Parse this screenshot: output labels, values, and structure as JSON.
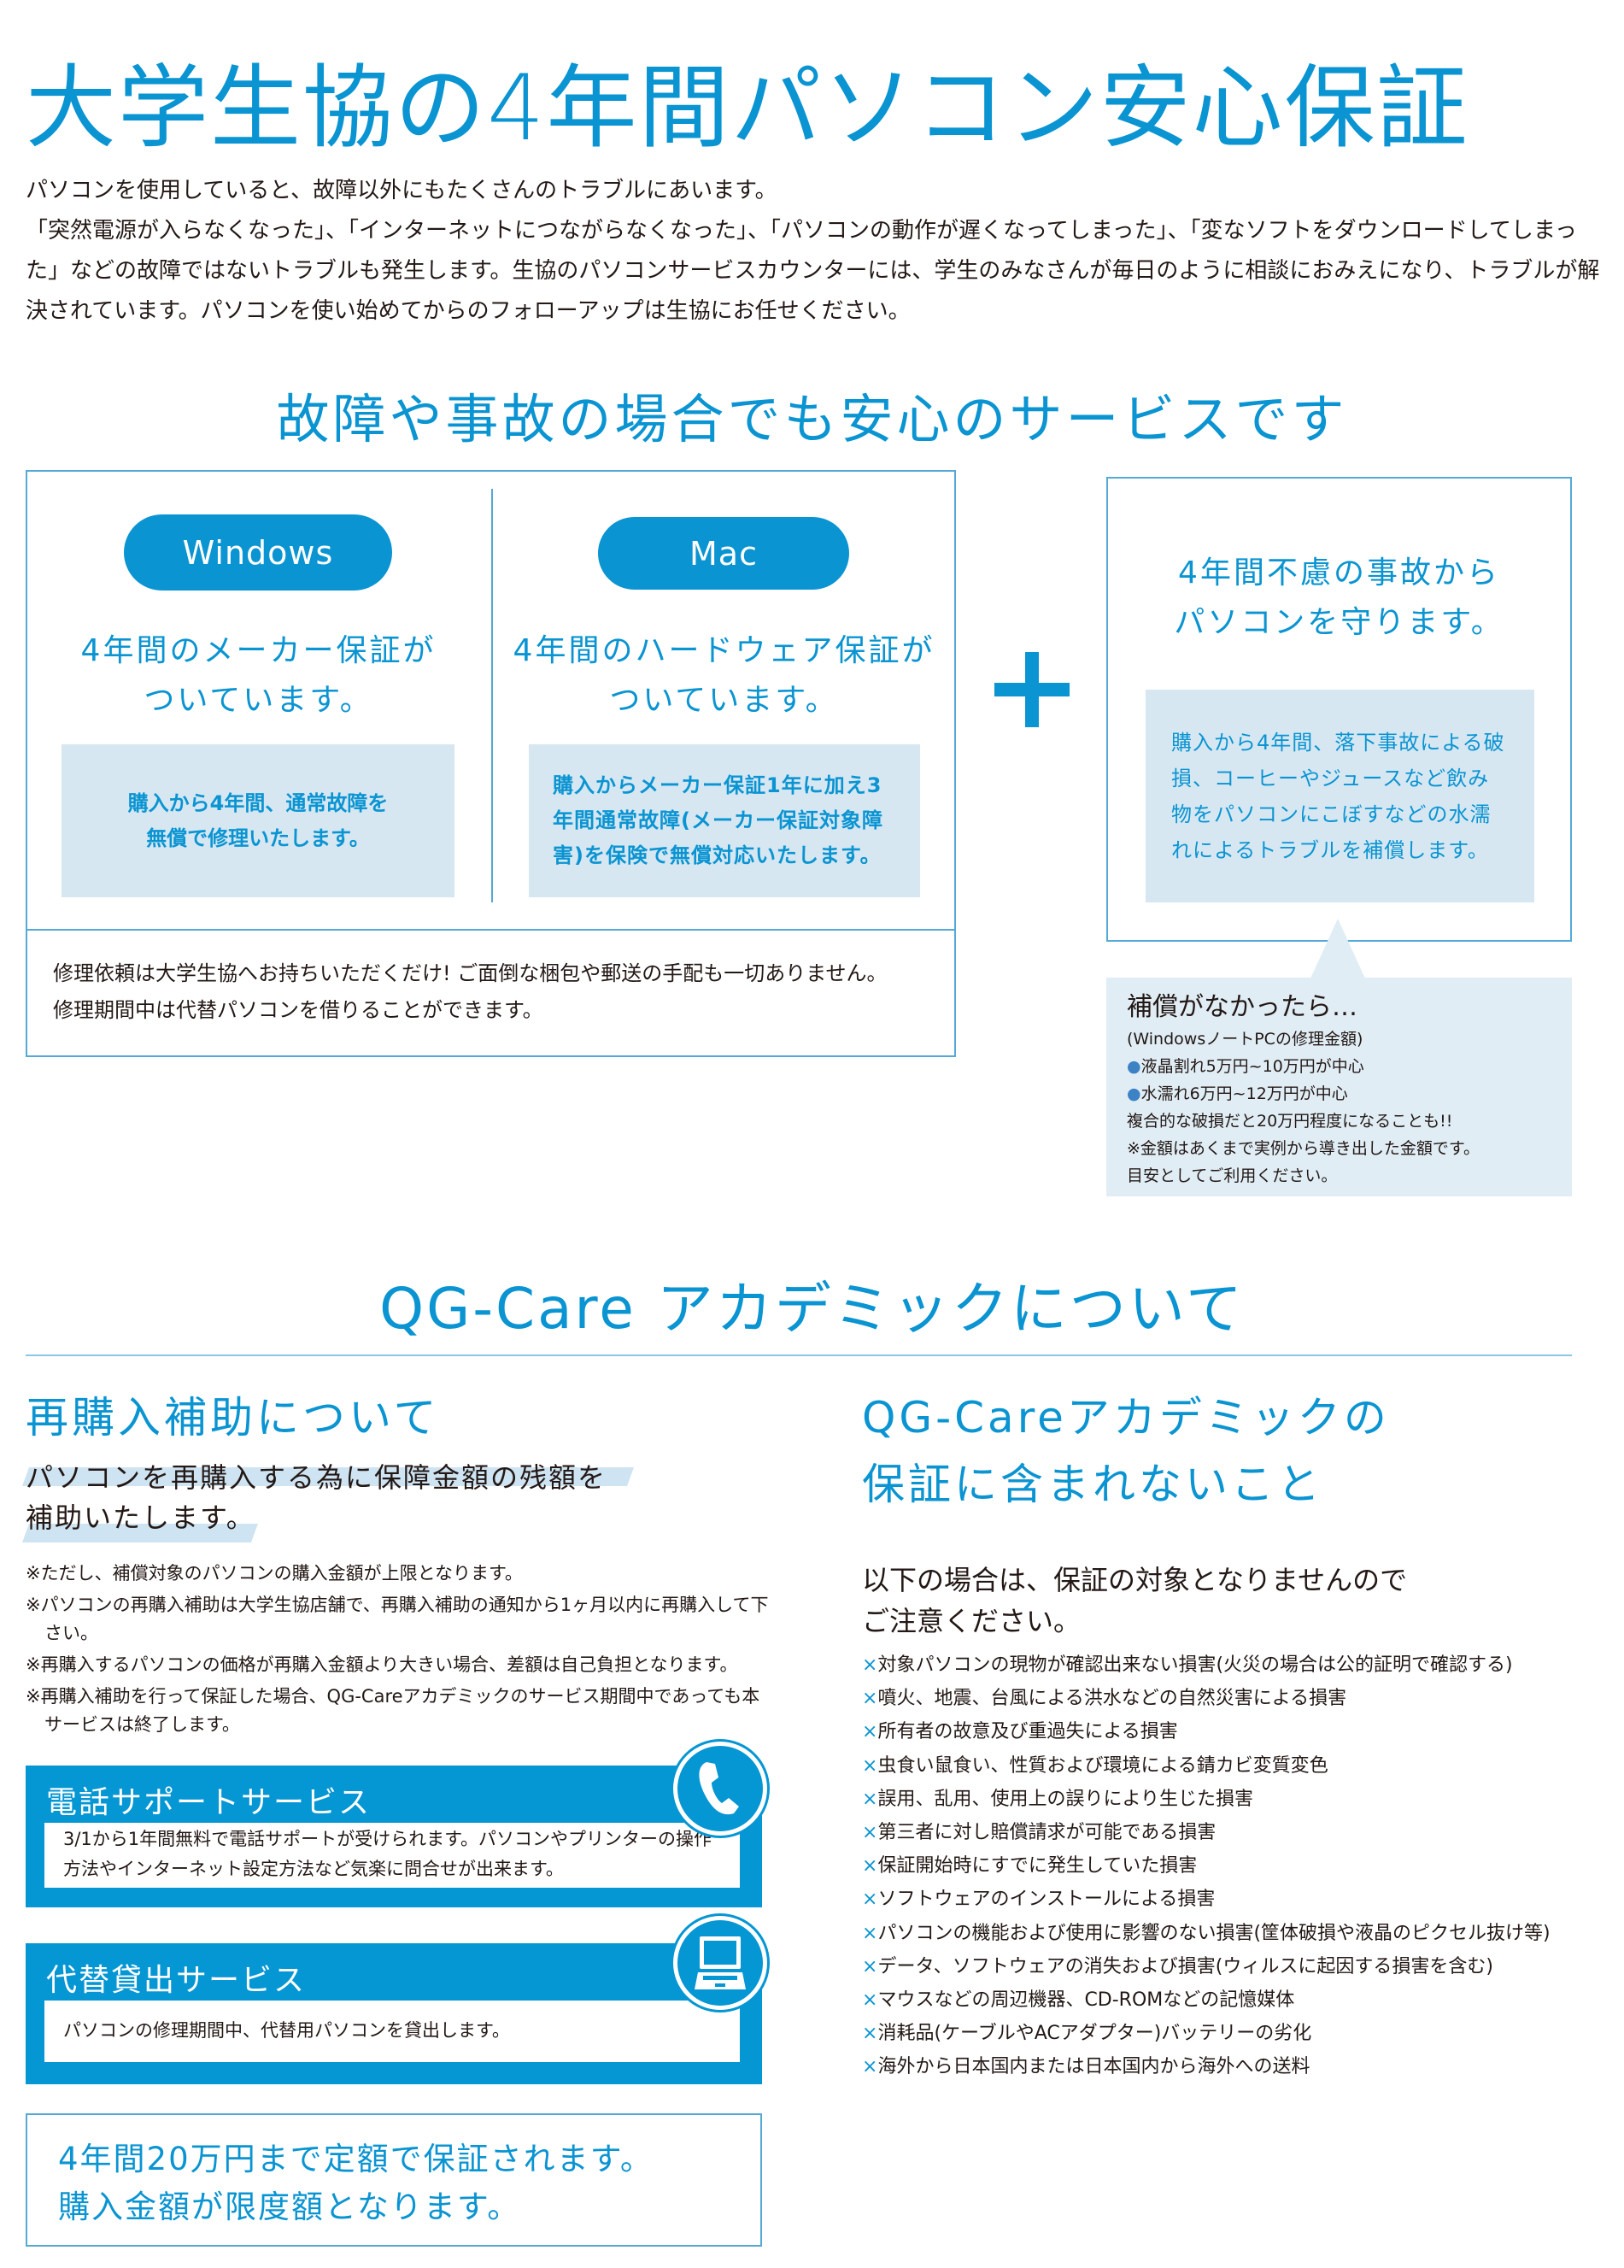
{
  "title": "大学生協の4年間パソコン安心保証",
  "intro": [
    "パソコンを使用していると、故障以外にもたくさんのトラブルにあいます。",
    "「突然電源が入らなくなった」、「インターネットにつながらなくなった」、「パソコンの動作が遅くなってしまった」、「変なソフトをダウンロードしてしまった」などの故障ではないトラブルも発生します。生協のパソコンサービスカウンターには、学生のみなさんが毎日のように相談におみえになり、トラブルが解決されています。パソコンを使い始めてからのフォローアップは生協にお任せください。"
  ],
  "service_heading": "故障や事故の場合でも安心のサービスです",
  "windows": {
    "label": "Windows",
    "head1": "4年間のメーカー保証が",
    "head2": "ついています。",
    "desc1": "購入から4年間、通常故障を",
    "desc2": "無償で修理いたします。"
  },
  "mac": {
    "label": "Mac",
    "head1": "4年間のハードウェア保証が",
    "head2": "ついています。",
    "desc": "購入からメーカー保証1年に加え3年間通常故障(メーカー保証対象障害)を保険で無償対応いたします。"
  },
  "repair_note": [
    "修理依頼は大学生協へお持ちいただくだけ! ご面倒な梱包や郵送の手配も一切ありません。",
    "修理期間中は代替パソコンを借りることができます。"
  ],
  "plus": "+",
  "accident": {
    "head1": "4年間不慮の事故から",
    "head2": "パソコンを守ります。",
    "desc": "購入から4年間、落下事故による破損、コーヒーやジュースなど飲み物をパソコンにこぼすなどの水濡れによるトラブルを補償します。"
  },
  "callout": {
    "title": "補償がなかったら…",
    "sub": "(WindowsノートPCの修理金額)",
    "items": [
      "液晶割れ5万円~10万円が中心",
      "水濡れ6万円~12万円が中心"
    ],
    "lines": [
      "複合的な破損だと20万円程度になることも!!",
      "※金額はあくまで実例から導き出した金額です。",
      "目安としてご利用ください。"
    ]
  },
  "qg_heading": "QG-Care アカデミックについて",
  "rebuy": {
    "title": "再購入補助について",
    "lead1": "パソコンを再購入する為に保障金額の残額を",
    "lead2": "補助いたします。",
    "notes": [
      "※ただし、補償対象のパソコンの購入金額が上限となります。",
      "※パソコンの再購入補助は大学生協店舗で、再購入補助の通知から1ヶ月以内に再購入して下さい。",
      "※再購入するパソコンの価格が再購入金額より大きい場合、差額は自己負担となります。",
      "※再購入補助を行って保証した場合、QG-Careアカデミックのサービス期間中であっても本サービスは終了します。"
    ]
  },
  "phone": {
    "title": "電話サポートサービス",
    "desc": "3/1から1年間無料で電話サポートが受けられます。パソコンやプリンターの操作方法やインターネット設定方法など気楽に問合せが出来ます。"
  },
  "loan": {
    "title": "代替貸出サービス",
    "desc": "パソコンの修理期間中、代替用パソコンを貸出します。"
  },
  "limit": {
    "line1": "4年間20万円まで定額で保証されます。",
    "line2": "購入金額が限度額となります。"
  },
  "exclusions": {
    "title1": "QG-Careアカデミックの",
    "title2": "保証に含まれないこと",
    "lead1": "以下の場合は、保証の対象となりませんので",
    "lead2": "ご注意ください。",
    "mark": "×",
    "items": [
      "対象パソコンの現物が確認出来ない損害(火災の場合は公的証明で確認する)",
      "噴火、地震、台風による洪水などの自然災害による損害",
      "所有者の故意及び重過失による損害",
      "虫食い鼠食い、性質および環境による錆カビ変質変色",
      "誤用、乱用、使用上の誤りにより生じた損害",
      "第三者に対し賠償請求が可能である損害",
      "保証開始時にすでに発生していた損害",
      "ソフトウェアのインストールによる損害",
      "パソコンの機能および使用に影響のない損害(筐体破損や液晶のピクセル抜け等)",
      "データ、ソフトウェアの消失および損害(ウィルスに起因する損害を含む)",
      "マウスなどの周辺機器、CD-ROMなどの記憶媒体",
      "消耗品(ケーブルやACアダプター)バッテリーの劣化",
      "海外から日本国内または日本国内から海外への送料"
    ]
  },
  "colors": {
    "brand": "#0a94d2",
    "light_box": "#d6e7f2",
    "callout": "#e0edf5"
  }
}
